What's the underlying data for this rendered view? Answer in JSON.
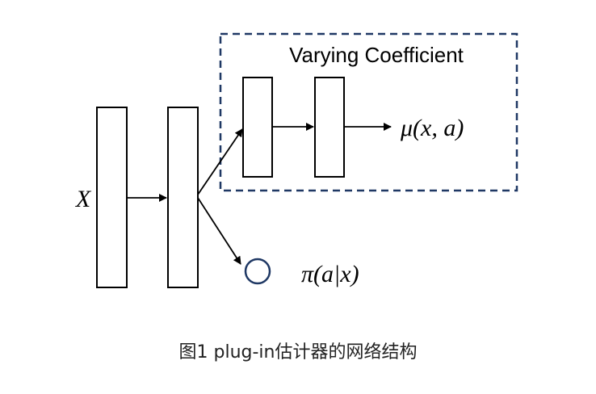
{
  "diagram": {
    "input_label": "X",
    "varying_box_title": "Varying Coefficient",
    "mu_output_label": "μ(x, a)",
    "pi_output_label": "π(a|x)",
    "colors": {
      "stroke": "#000000",
      "dashed_box": "#1f3864",
      "circle": "#1f3864",
      "background": "#ffffff"
    }
  },
  "caption": {
    "text": "图1 plug-in估计器的网络结构"
  }
}
